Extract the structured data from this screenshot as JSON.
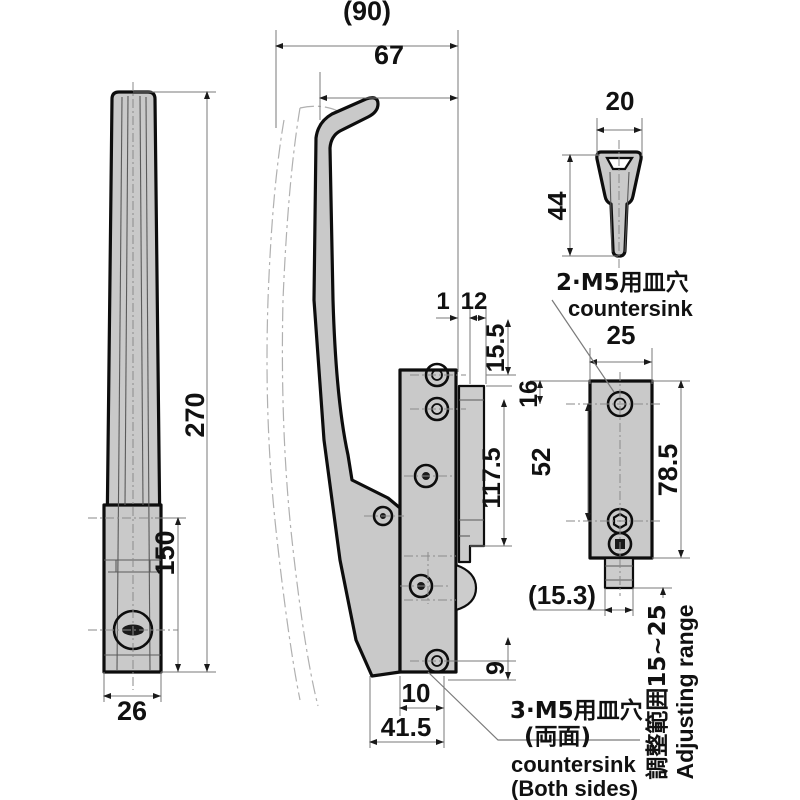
{
  "drawing": {
    "title": "Latch handle technical drawing",
    "unit": "mm",
    "colors": {
      "part_fill": "#c9c9c9",
      "outline": "#0d0d0d",
      "dim_line": "#7a7a7a",
      "text": "#111111",
      "background": "#ffffff"
    }
  },
  "views": {
    "side_view": {
      "name": "side-elevation-view",
      "dimensions": {
        "overall_length": "270",
        "pivot_length": "150",
        "width": "26"
      }
    },
    "front_view": {
      "name": "front-elevation-view",
      "dimensions": {
        "overall_projection": "(90)",
        "handle_projection": "67",
        "plate_thickness_a": "1",
        "plate_thickness_b": "12",
        "top_offset": "15.5",
        "body_height": "117.5",
        "bottom_offset": "9",
        "base_offset": "10",
        "base_width": "41.5"
      }
    },
    "key_view": {
      "name": "key-detail-view",
      "dimensions": {
        "width": "20",
        "height": "44"
      }
    },
    "strike_view": {
      "name": "strike-plate-view",
      "dimensions": {
        "plate_width": "25",
        "top_hole_offset": "16",
        "hole_spacing": "52",
        "plate_height": "78.5",
        "stem_projection": "(15.3)"
      }
    }
  },
  "notes": {
    "countersink_2": {
      "jp": "2·M5用皿穴",
      "en": "countersink"
    },
    "countersink_3": {
      "jp_line1": "3·M5用皿穴",
      "jp_line2": "(両面)",
      "en_line1": "countersink",
      "en_line2": "(Both sides)"
    },
    "adjusting_range": {
      "jp": "調整範囲15~25",
      "en": "Adjusting range"
    }
  },
  "dimension_labels": {
    "d_90": "(90)",
    "d_67": "67",
    "d_270": "270",
    "d_150": "150",
    "d_26": "26",
    "d_20": "20",
    "d_44": "44",
    "d_1": "1",
    "d_12": "12",
    "d_155": "15.5",
    "d_1175": "117.5",
    "d_9": "9",
    "d_10": "10",
    "d_415": "41.5",
    "d_25": "25",
    "d_16": "16",
    "d_52": "52",
    "d_785": "78.5",
    "d_153": "(15.3)"
  }
}
